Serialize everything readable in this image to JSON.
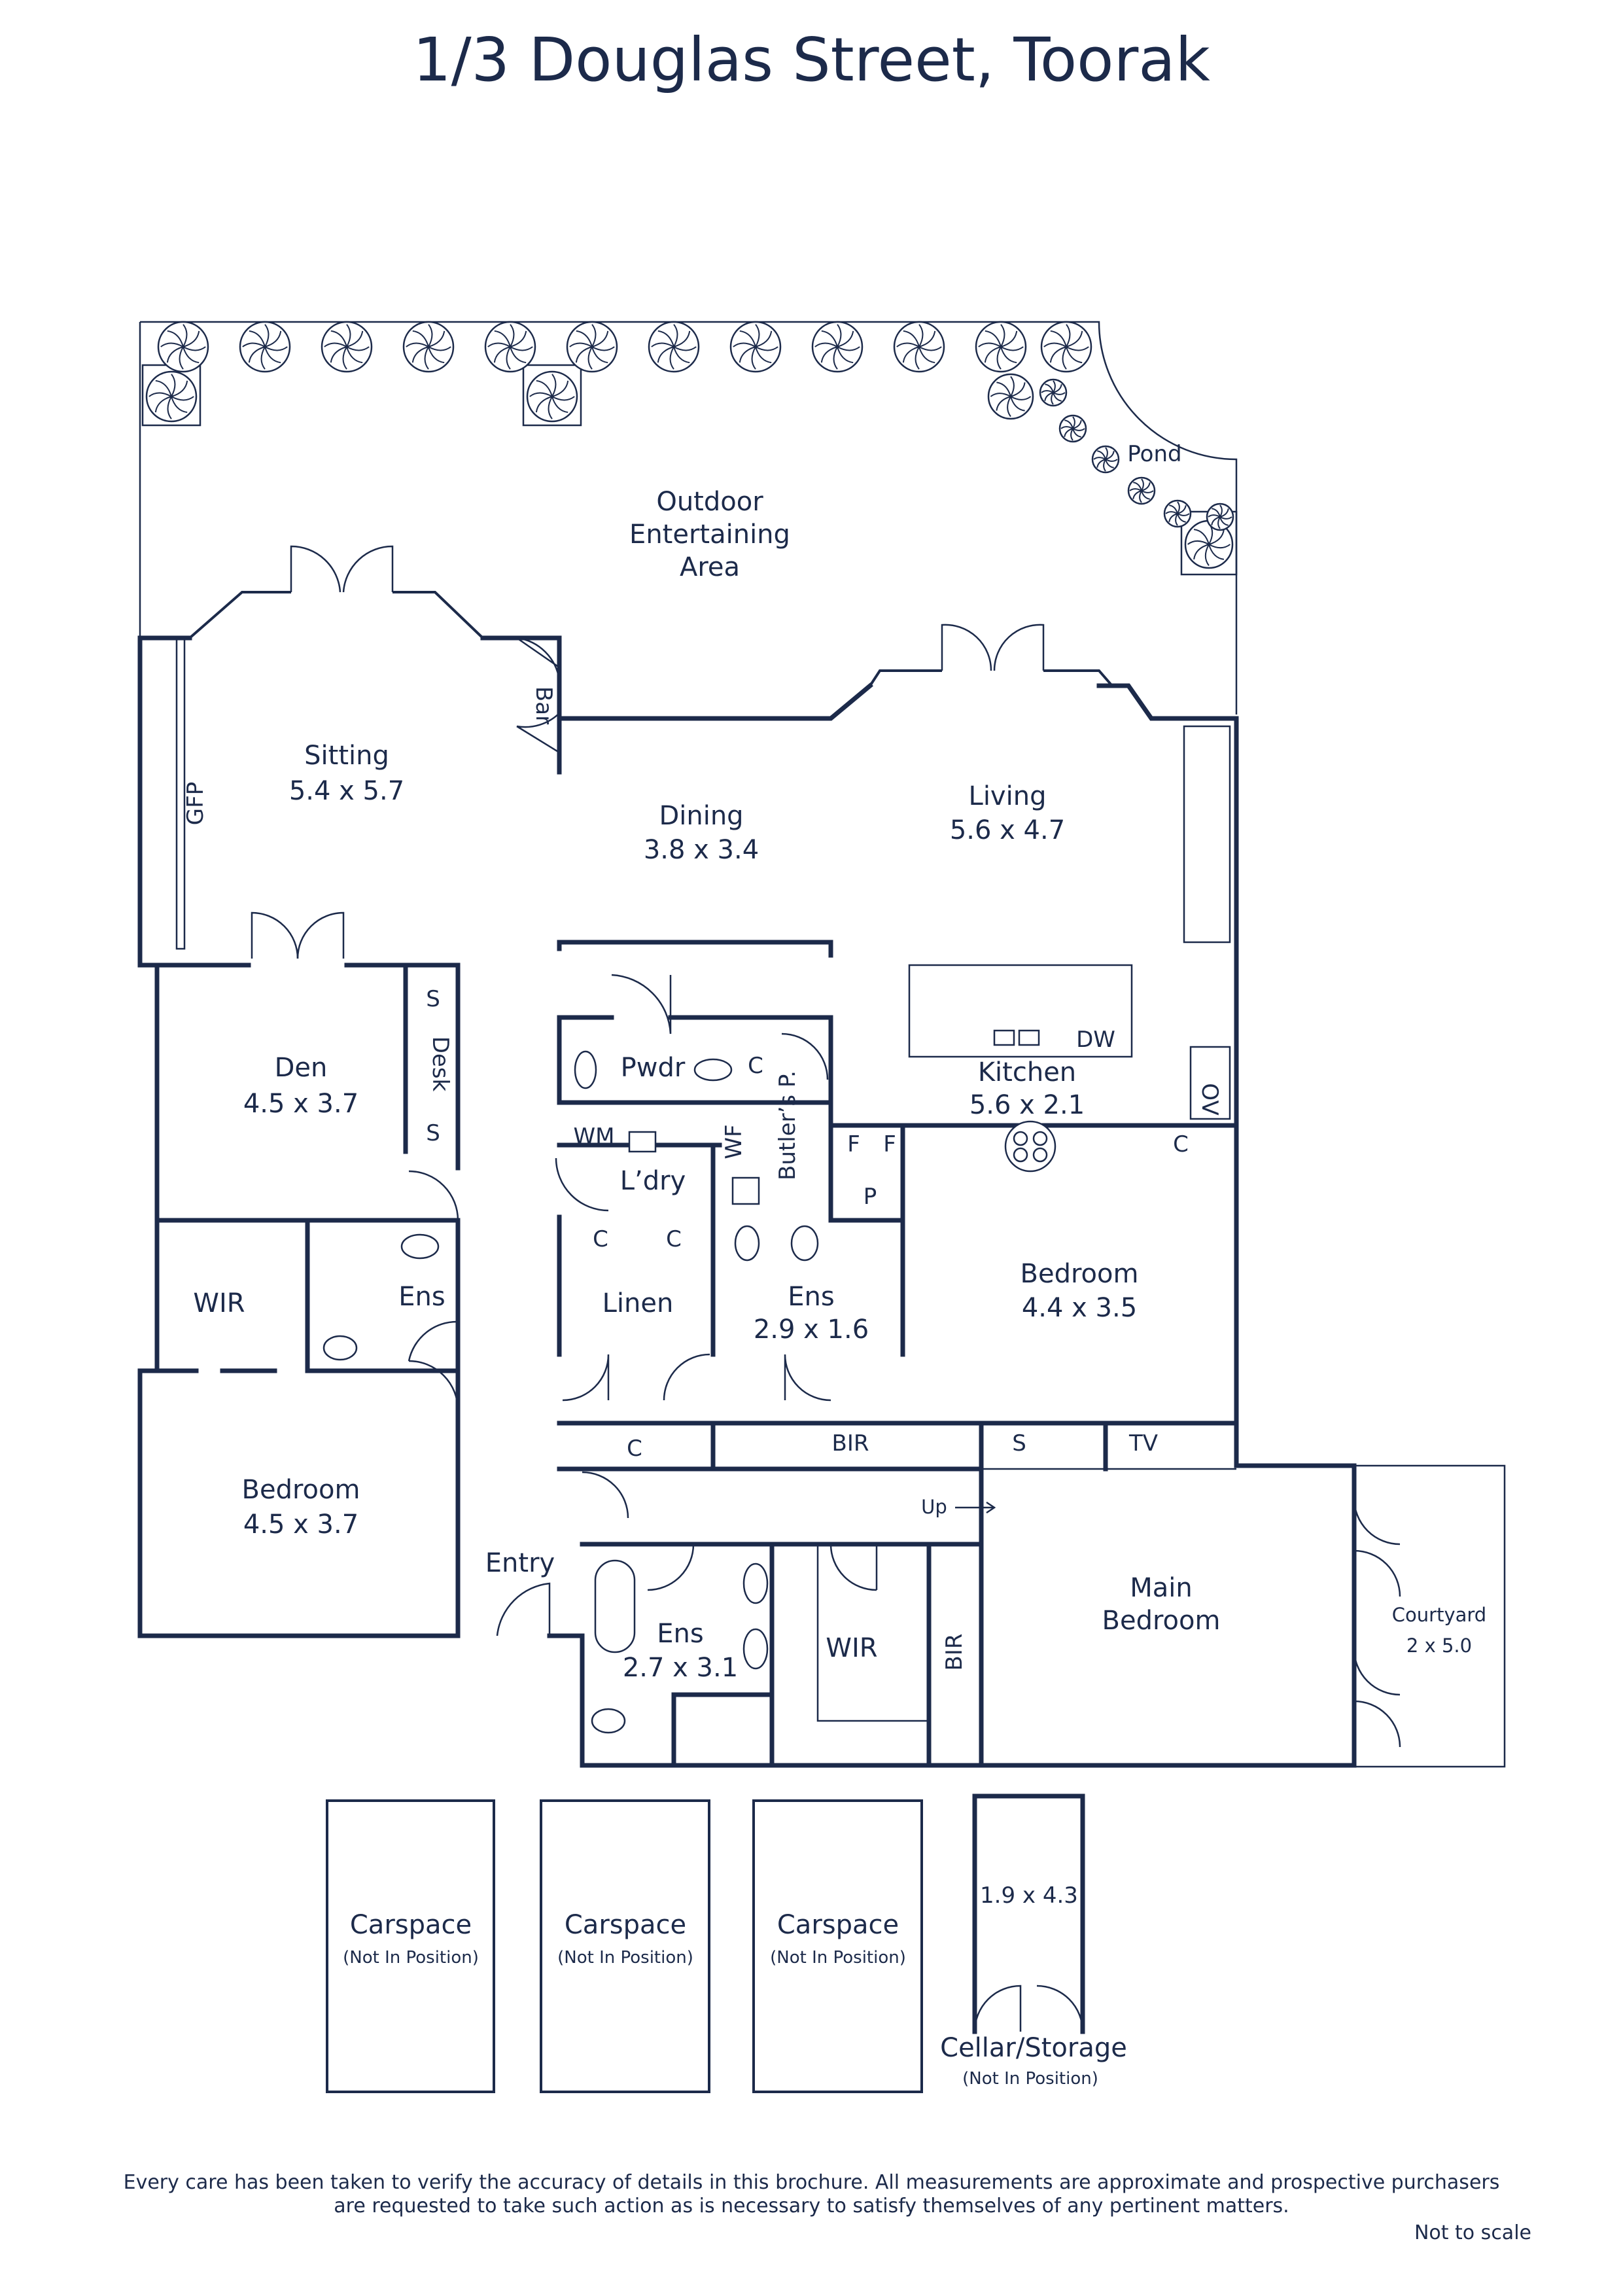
{
  "title": "1/3 Douglas Street, Toorak",
  "rooms": {
    "outdoor": [
      "Outdoor",
      "Entertaining",
      "Area"
    ],
    "pond": "Pond",
    "bar": "Bar",
    "sitting": {
      "name": "Sitting",
      "size": "5.4 x 5.7"
    },
    "gfp": "GFP",
    "dining": {
      "name": "Dining",
      "size": "3.8 x 3.4"
    },
    "living": {
      "name": "Living",
      "size": "5.6 x 4.7"
    },
    "den": {
      "name": "Den",
      "size": "4.5 x 3.7"
    },
    "desk": "Desk",
    "s": "S",
    "pwdr": "Pwdr",
    "c": "C",
    "butlers": "Butler’s P.",
    "dw": "DW",
    "kitchen": {
      "name": "Kitchen",
      "size": "5.6 x 2.1"
    },
    "ov": "OV",
    "wm": "WM",
    "wf": "WF",
    "f": "F",
    "p": "P",
    "ldry": "L’dry",
    "wir": "WIR",
    "ens": "Ens",
    "linen": "Linen",
    "ens2": {
      "name": "Ens",
      "size": "2.9 x 1.6"
    },
    "bedroom2": {
      "name": "Bedroom",
      "size": "4.4 x 3.5"
    },
    "bedroom1": {
      "name": "Bedroom",
      "size": "4.5 x 3.7"
    },
    "bir": "BIR",
    "tv": "TV",
    "up": "Up",
    "entry": "Entry",
    "ens3": {
      "name": "Ens",
      "size": "2.7 x 3.1"
    },
    "main": [
      "Main",
      "Bedroom"
    ],
    "courtyard": {
      "name": "Courtyard",
      "size": "2 x 5.0"
    }
  },
  "carspaces": [
    {
      "name": "Carspace",
      "note": "(Not In Position)"
    },
    {
      "name": "Carspace",
      "note": "(Not In Position)"
    },
    {
      "name": "Carspace",
      "note": "(Not In Position)"
    }
  ],
  "cellar": {
    "size": "1.9 x 4.3",
    "name": "Cellar/Storage",
    "note": "(Not In Position)"
  },
  "disclaimer": [
    "Every care has been taken to verify the accuracy of details in this brochure.  All measurements are approximate and prospective purchasers",
    "are requested to take such action as is necessary to satisfy themselves of any pertinent matters."
  ],
  "scale_note": "Not to scale",
  "colors": {
    "ink": "#1c2a4a",
    "background": "#ffffff"
  }
}
